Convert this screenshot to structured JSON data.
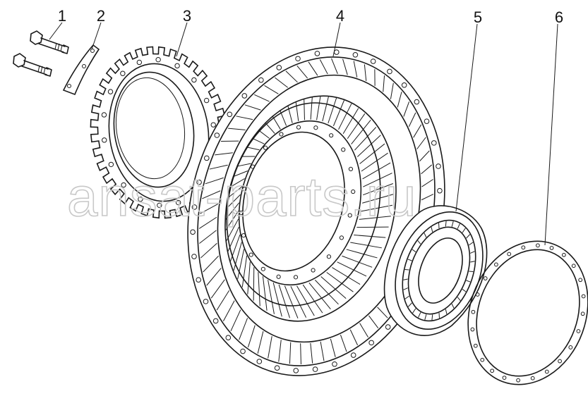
{
  "callouts": [
    {
      "id": "1",
      "label": "1"
    },
    {
      "id": "2",
      "label": "2"
    },
    {
      "id": "3",
      "label": "3"
    },
    {
      "id": "4",
      "label": "4"
    },
    {
      "id": "5",
      "label": "5"
    },
    {
      "id": "6",
      "label": "6"
    }
  ],
  "watermark": "ansat-parts.ru"
}
